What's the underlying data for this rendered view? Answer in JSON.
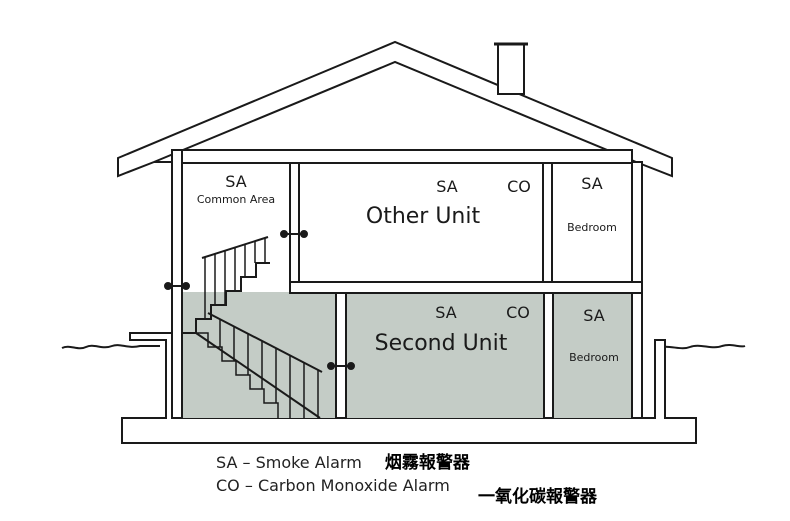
{
  "labels": {
    "common_area": {
      "sa": "SA",
      "name": "Common Area"
    },
    "other_unit": {
      "sa": "SA",
      "co": "CO",
      "name": "Other Unit"
    },
    "other_bedroom": {
      "sa": "SA",
      "name": "Bedroom"
    },
    "second_unit": {
      "sa": "SA",
      "co": "CO",
      "name": "Second Unit"
    },
    "second_bedroom": {
      "sa": "SA",
      "name": "Bedroom"
    }
  },
  "legend": {
    "sa_text": "SA – Smoke Alarm",
    "sa_chinese": "烟霧報警器",
    "co_text": "CO – Carbon Monoxide Alarm",
    "co_chinese": "一氧化碳報警器"
  },
  "colors": {
    "outline": "#1a1a1a",
    "basement_fill": "#c4ccc6",
    "background": "#ffffff"
  }
}
